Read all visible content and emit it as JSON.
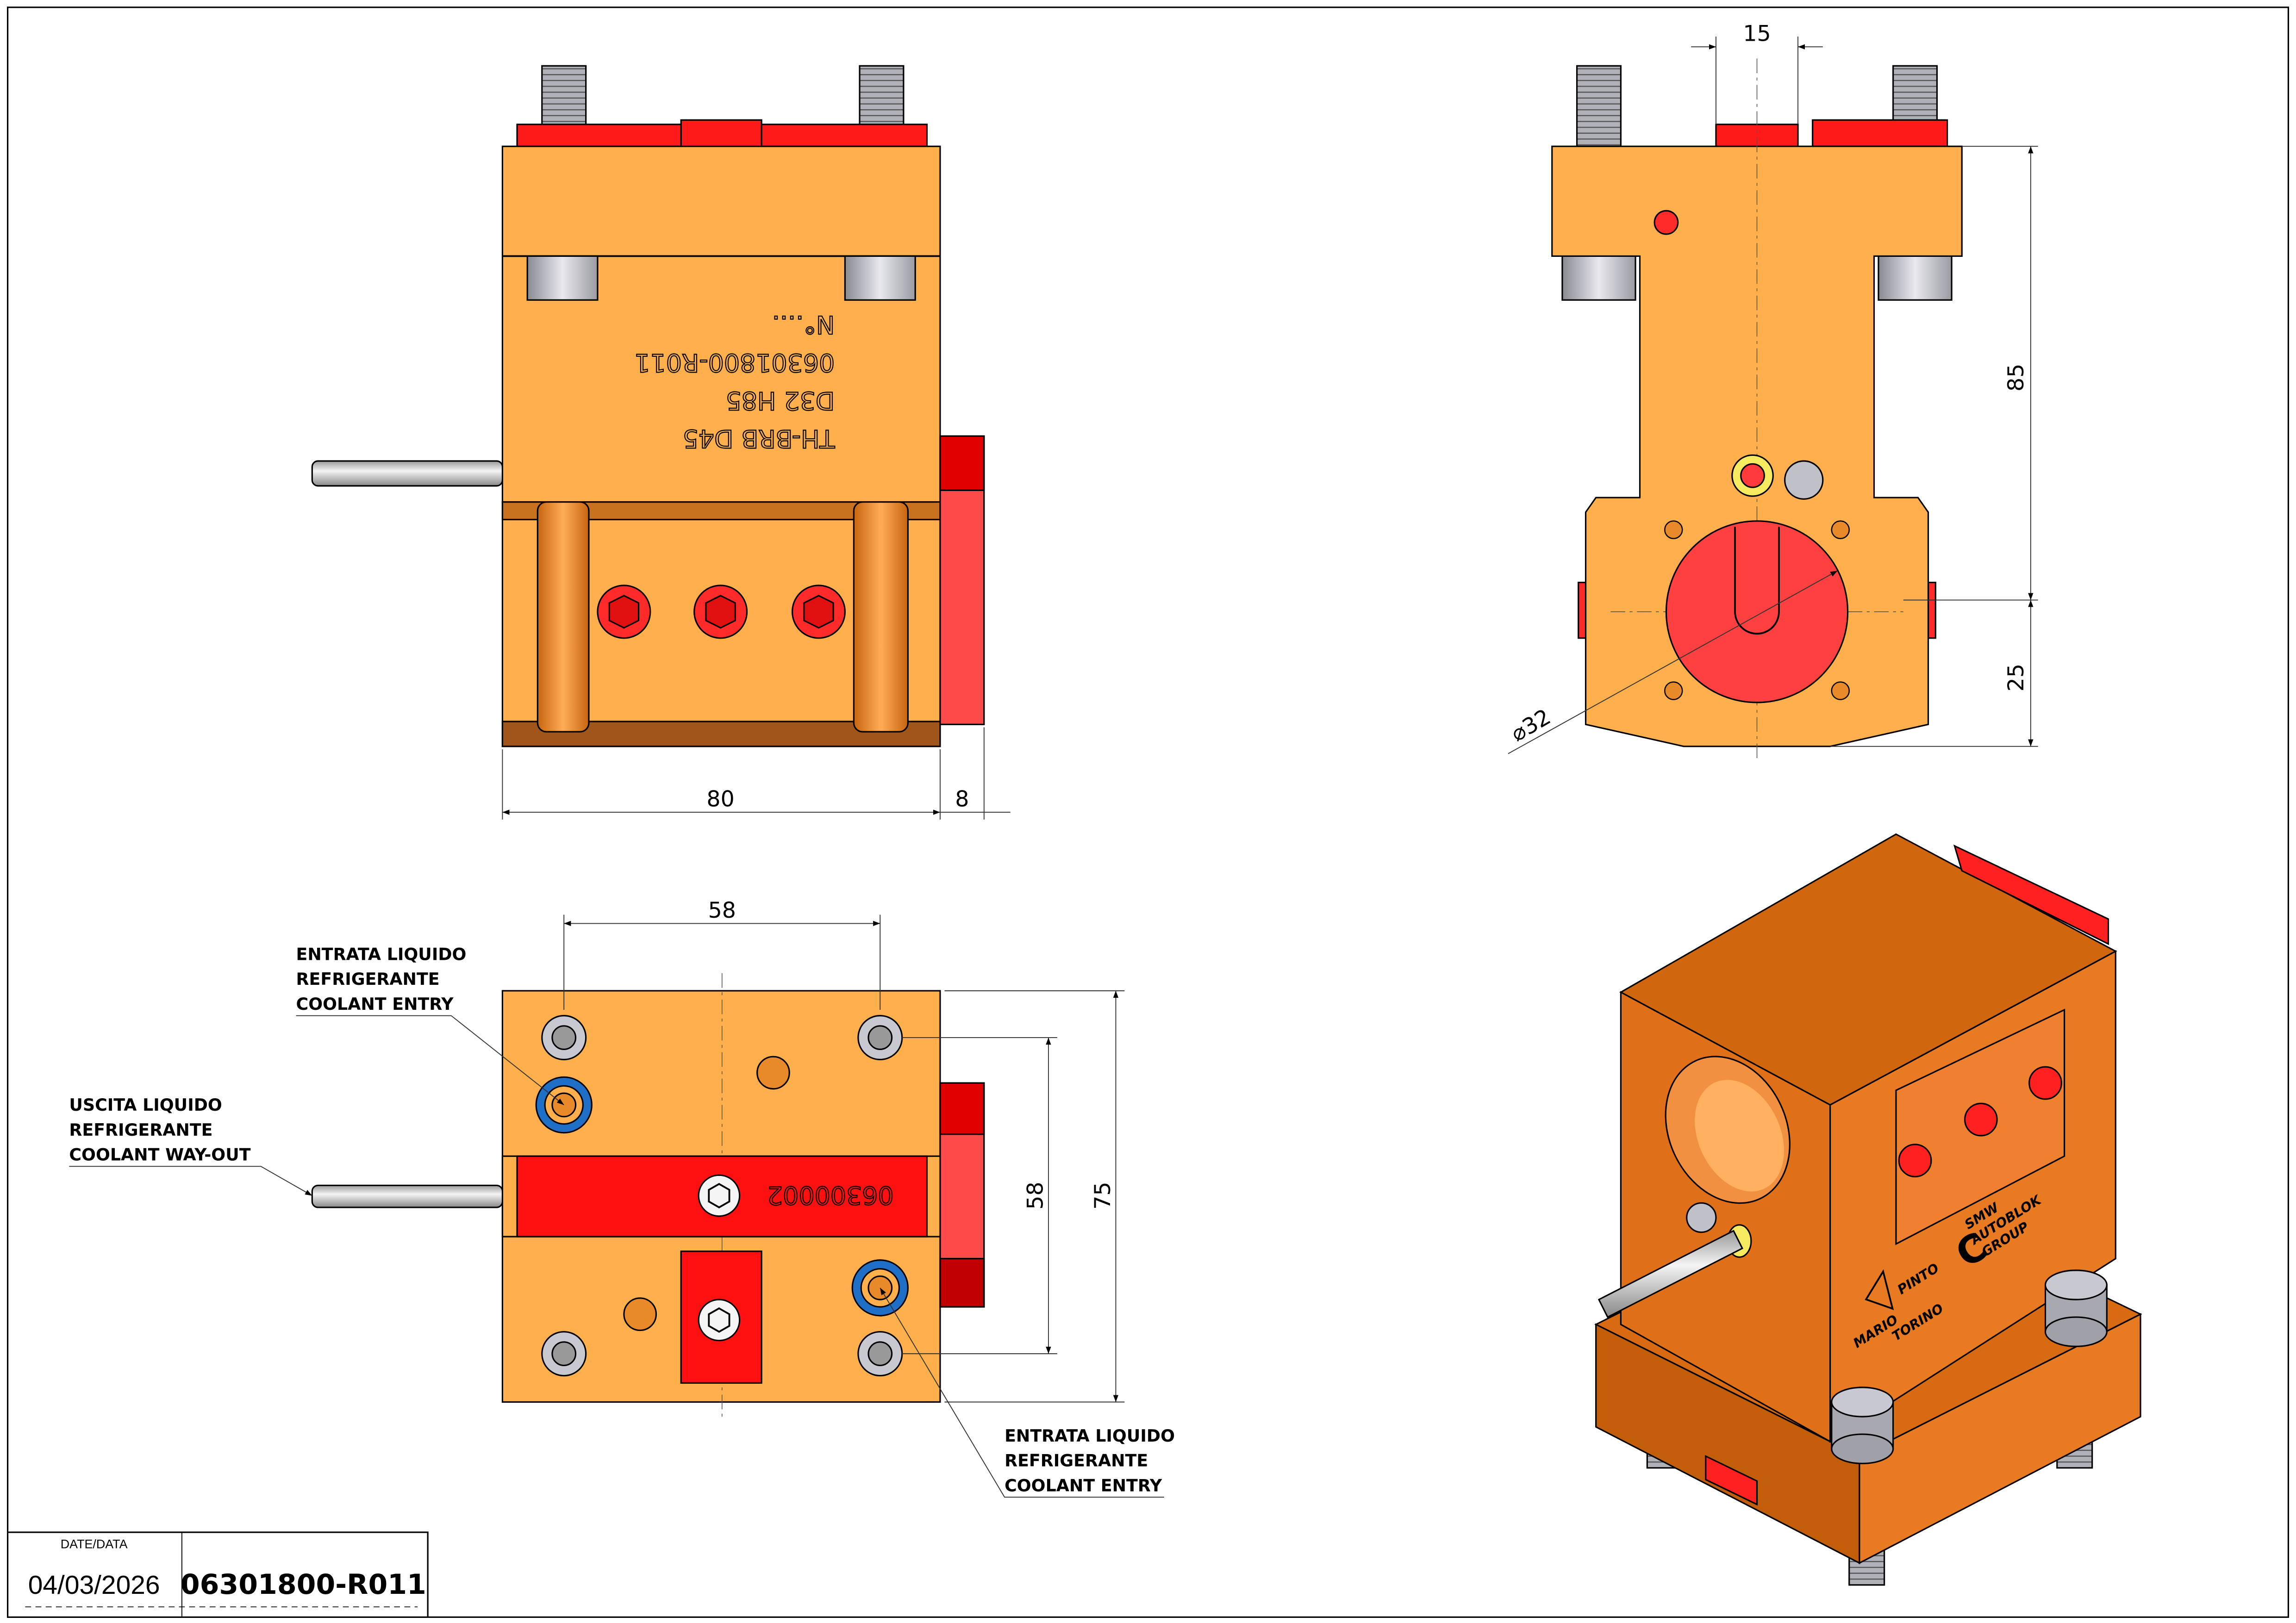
{
  "colors": {
    "body_orange": "#ffb04d",
    "iso_orange": "#e87a22",
    "iso_dark": "#c25e0a",
    "red": "#ff1a1a",
    "copper": "#e8892a",
    "brown": "#a0561a",
    "steel": "#b8b8c0",
    "coolant_ring": "#1f6fc7"
  },
  "front_view": {
    "engraving": [
      "TH-BRB D45",
      "D32 H85",
      "06301800-R011",
      "N°...."
    ],
    "dim_width": "80",
    "dim_plate": "8"
  },
  "side_view": {
    "dim_top": "15",
    "dim_height": "85",
    "dim_lower": "25",
    "dim_bore": "⌀32"
  },
  "bottom_view": {
    "bar_engraving": "06300002",
    "dim_hole_spacing_h": "58",
    "dim_hole_spacing_v": "58",
    "dim_total_height": "75",
    "label_entry_top": [
      "ENTRATA LIQUIDO",
      "REFRIGERANTE",
      "COOLANT ENTRY"
    ],
    "label_exit": [
      "USCITA LIQUIDO",
      "REFRIGERANTE",
      "COOLANT WAY-OUT"
    ],
    "label_entry_bottom": [
      "ENTRATA LIQUIDO",
      "REFRIGERANTE",
      "COOLANT ENTRY"
    ]
  },
  "iso_view": {
    "logo_mario": [
      "MARIO",
      "PINTO",
      "TORINO"
    ],
    "logo_smw": [
      "SMW",
      "AUTOBLOK",
      "GROUP"
    ]
  },
  "title_block": {
    "date_label": "DATE/DATA",
    "date_value": "04/03/2026",
    "drawing_number": "06301800-R011"
  }
}
